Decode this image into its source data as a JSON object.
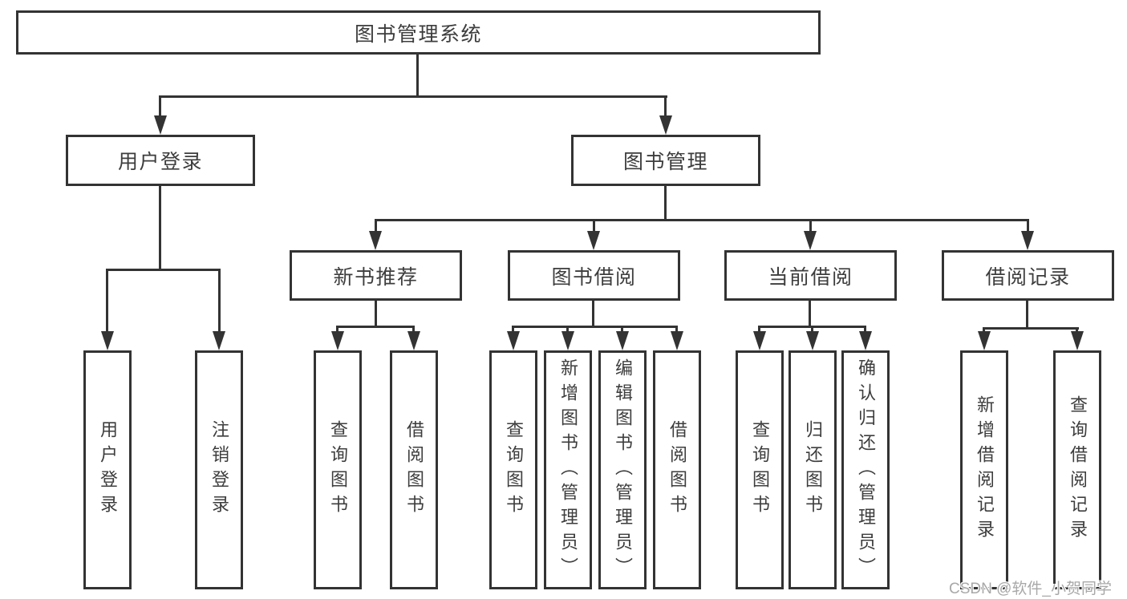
{
  "diagram": {
    "title": "图书管理系统",
    "level2": {
      "user_login": "用户登录",
      "book_management": "图书管理"
    },
    "level3": {
      "new_book": "新书推荐",
      "book_borrow": "图书借阅",
      "current_borrow": "当前借阅",
      "borrow_records": "借阅记录"
    },
    "level4": {
      "user_login": [
        "用户登录",
        "注销登录"
      ],
      "new_book": [
        "查询图书",
        "借阅图书"
      ],
      "book_borrow": [
        "查询图书",
        "新增图书（管理员）",
        "编辑图书（管理员）",
        "借阅图书"
      ],
      "current_borrow": [
        "查询图书",
        "归还图书",
        "确认归还（管理员）"
      ],
      "borrow_records": [
        "新增借阅记录",
        "查询借阅记录"
      ]
    }
  },
  "watermark": "CSDN @软件_小贺同学",
  "colors": {
    "line": "#333333",
    "text": "#3d3d3d",
    "background": "#ffffff",
    "watermark": "#a8a8a8"
  }
}
